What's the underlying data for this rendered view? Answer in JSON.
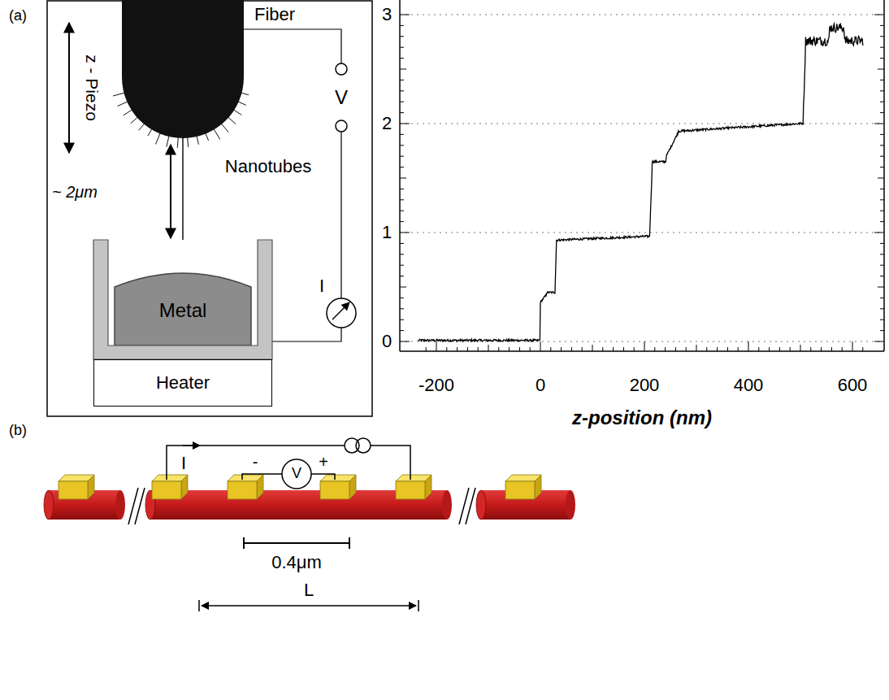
{
  "diagram": {
    "nodes": [
      {
        "text": [
          "Metal"
        ]
      },
      {
        "text": [
          "Heater"
        ]
      }
    ],
    "labels": [
      "(a)",
      "Fiber",
      "z - Piezo",
      "V",
      "Nanotubes",
      "~ 2μm",
      "I",
      "3",
      "2",
      "1",
      "0",
      "-200",
      "0",
      "200",
      "400",
      "600",
      "z-position (nm)",
      "(b)",
      "I",
      "-",
      "+",
      "V",
      "0.4μm",
      "L"
    ]
  }
}
